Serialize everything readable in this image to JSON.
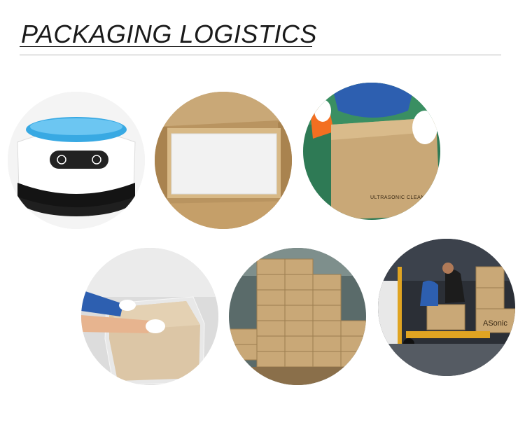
{
  "heading": {
    "title": "PACKAGING LOGISTICS"
  },
  "photos": {
    "box_print": "ULTRASONIC CLEANER",
    "brand_print": "ASonic"
  },
  "colors": {
    "cardboard": "#c9a877",
    "tank_blue": "#38a9e3",
    "shirt_blue": "#2d5fb0"
  }
}
